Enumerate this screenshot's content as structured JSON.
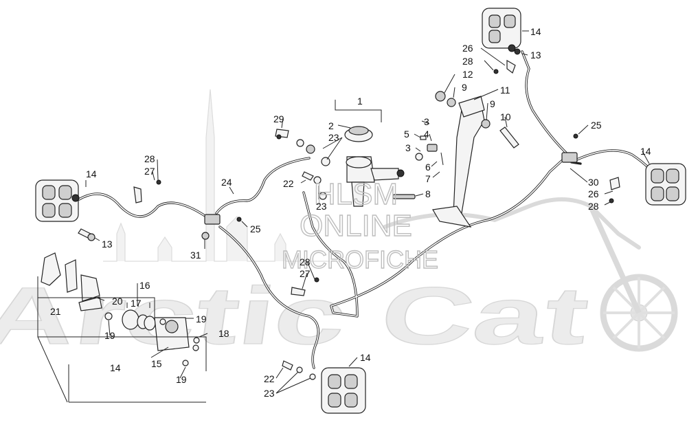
{
  "watermark": {
    "line1": "HLSM",
    "line2": "ONLINE",
    "line3": "MICROFICHE",
    "brand": "Arctic Cat"
  },
  "callouts": [
    {
      "id": "c1",
      "text": "1"
    },
    {
      "id": "c2",
      "text": "2"
    },
    {
      "id": "c23a",
      "text": "23"
    },
    {
      "id": "c29",
      "text": "29"
    },
    {
      "id": "c3a",
      "text": "3"
    },
    {
      "id": "c4",
      "text": "4"
    },
    {
      "id": "c5",
      "text": "5"
    },
    {
      "id": "c3b",
      "text": "3"
    },
    {
      "id": "c6",
      "text": "6"
    },
    {
      "id": "c7",
      "text": "7"
    },
    {
      "id": "c8",
      "text": "8"
    },
    {
      "id": "c22a",
      "text": "22"
    },
    {
      "id": "c23b",
      "text": "23"
    },
    {
      "id": "c24",
      "text": "24"
    },
    {
      "id": "c28a",
      "text": "28"
    },
    {
      "id": "c27a",
      "text": "27"
    },
    {
      "id": "c14a",
      "text": "14"
    },
    {
      "id": "c13a",
      "text": "13"
    },
    {
      "id": "c25a",
      "text": "25"
    },
    {
      "id": "c31",
      "text": "31"
    },
    {
      "id": "c14b",
      "text": "14"
    },
    {
      "id": "c13b",
      "text": "13"
    },
    {
      "id": "c26a",
      "text": "26"
    },
    {
      "id": "c28b",
      "text": "28"
    },
    {
      "id": "c12",
      "text": "12"
    },
    {
      "id": "c9a",
      "text": "9"
    },
    {
      "id": "c11",
      "text": "11"
    },
    {
      "id": "c9b",
      "text": "9"
    },
    {
      "id": "c10",
      "text": "10"
    },
    {
      "id": "c25b",
      "text": "25"
    },
    {
      "id": "c14c",
      "text": "14"
    },
    {
      "id": "c30",
      "text": "30"
    },
    {
      "id": "c26b",
      "text": "26"
    },
    {
      "id": "c28c",
      "text": "28"
    },
    {
      "id": "c28d",
      "text": "28"
    },
    {
      "id": "c27b",
      "text": "27"
    },
    {
      "id": "c16",
      "text": "16"
    },
    {
      "id": "c17",
      "text": "17"
    },
    {
      "id": "c20",
      "text": "20"
    },
    {
      "id": "c21",
      "text": "21"
    },
    {
      "id": "c19a",
      "text": "19"
    },
    {
      "id": "c19b",
      "text": "19"
    },
    {
      "id": "c18",
      "text": "18"
    },
    {
      "id": "c15",
      "text": "15"
    },
    {
      "id": "c14d",
      "text": "14"
    },
    {
      "id": "c19c",
      "text": "19"
    },
    {
      "id": "c14e",
      "text": "14"
    },
    {
      "id": "c22b",
      "text": "22"
    },
    {
      "id": "c23c",
      "text": "23"
    }
  ]
}
